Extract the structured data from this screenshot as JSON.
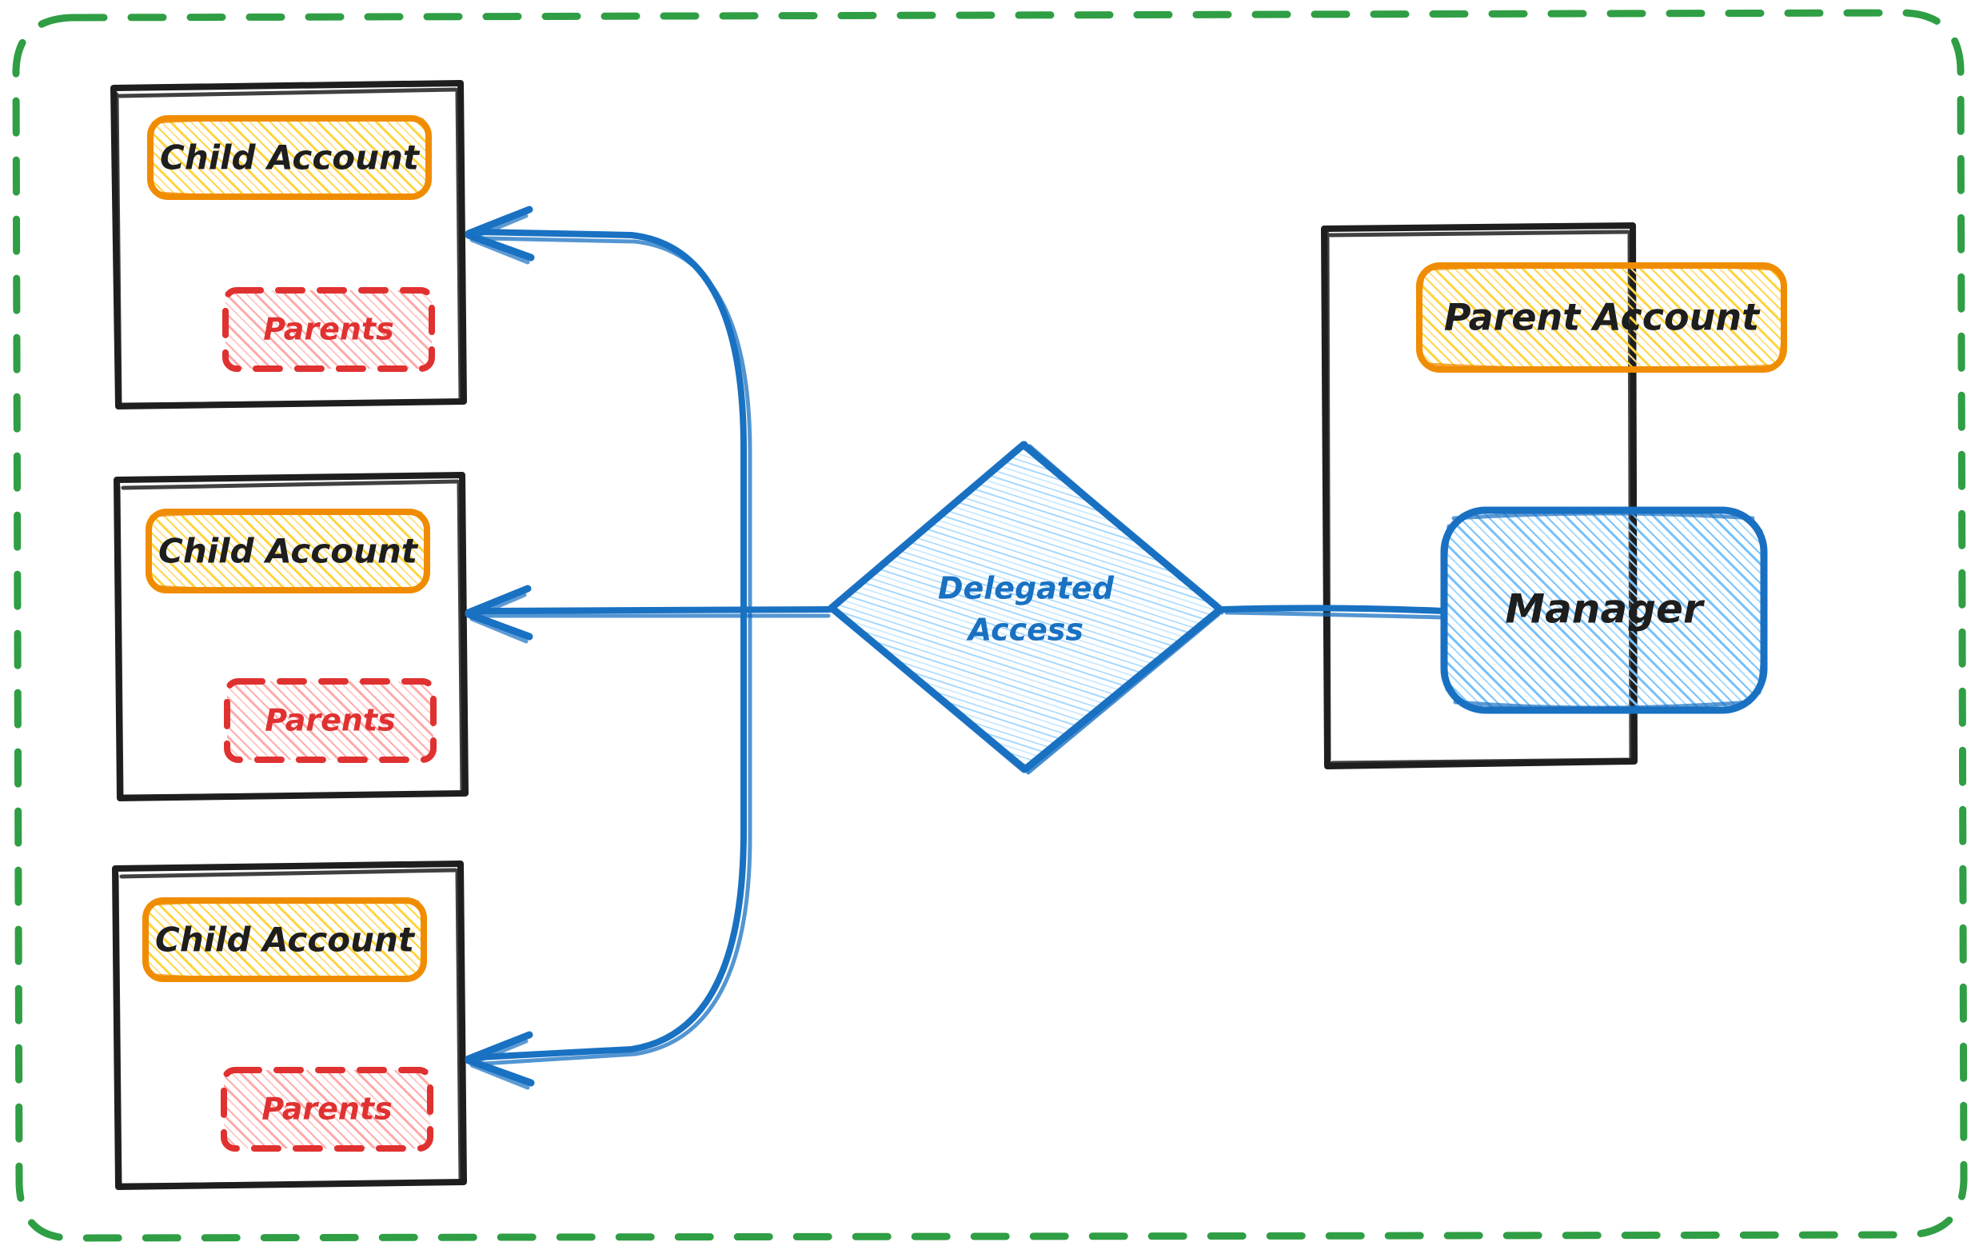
{
  "diagram": {
    "title": "Delegated Access",
    "type": "architecture-diagram",
    "background": "#ffffff",
    "outer_boundary": {
      "style": "dashed-rounded-rectangle",
      "color": "#2f9e44"
    },
    "colors": {
      "orange_stroke": "#f08c00",
      "yellow_fill": "#ffd43b",
      "red_stroke": "#e03131",
      "red_fill": "#ffa8a8",
      "blue_stroke": "#1971c2",
      "blue_fill": "#74c0fc",
      "black_stroke": "#1e1e1e",
      "green_dashed": "#2f9e44"
    },
    "child_accounts": [
      {
        "id": "child-account-1",
        "account_label": "Child Account",
        "parents_label": "Parents"
      },
      {
        "id": "child-account-2",
        "account_label": "Child Account",
        "parents_label": "Parents"
      },
      {
        "id": "child-account-3",
        "account_label": "Child Account",
        "parents_label": "Parents"
      }
    ],
    "hub": {
      "shape": "diamond",
      "line1": "Delegated",
      "line2": "Access"
    },
    "parent_container": {
      "id": "parent-account-container",
      "account_label": "Parent Account",
      "manager_label": "Manager"
    },
    "connections": [
      {
        "from": "Manager",
        "to": "Delegated Access",
        "arrow": false
      },
      {
        "from": "Delegated Access",
        "to": "Child Account 1",
        "arrow": true
      },
      {
        "from": "Delegated Access",
        "to": "Child Account 2",
        "arrow": true
      },
      {
        "from": "Delegated Access",
        "to": "Child Account 3",
        "arrow": true
      }
    ]
  }
}
